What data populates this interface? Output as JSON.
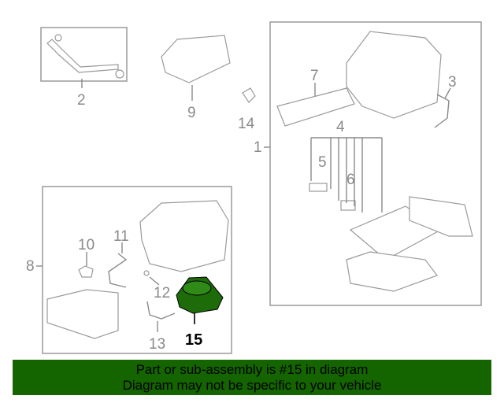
{
  "diagram": {
    "callouts": {
      "c1": "1",
      "c2": "2",
      "c3": "3",
      "c4": "4",
      "c5": "5",
      "c6": "6",
      "c7": "7",
      "c8": "8",
      "c9": "9",
      "c10": "10",
      "c11": "11",
      "c12": "12",
      "c13": "13",
      "c14": "14",
      "c15": "15"
    },
    "highlight_part": "15",
    "highlight_color": "#146400"
  },
  "banner": {
    "line1": "Part or sub-assembly is #15 in diagram",
    "line2": "Diagram may not be specific to your vehicle",
    "color": "#146400"
  }
}
